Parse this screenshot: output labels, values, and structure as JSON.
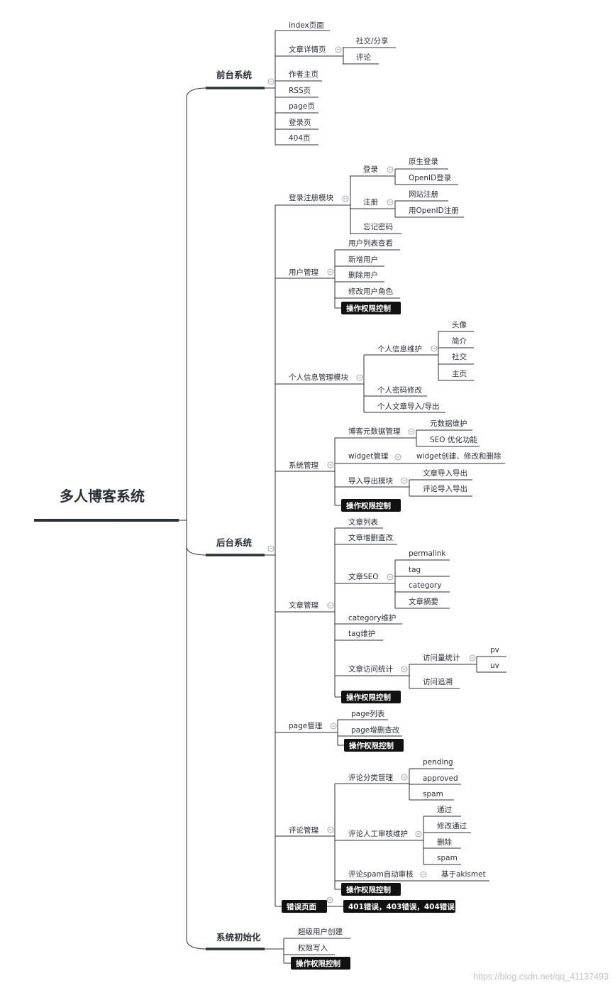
{
  "root": {
    "label": "多人博客系统"
  },
  "sections": [
    {
      "label": "前台系统",
      "children": [
        {
          "label": "index页面"
        },
        {
          "label": "文章详情页",
          "children": [
            {
              "label": "社交/分享"
            },
            {
              "label": "评论"
            }
          ]
        },
        {
          "label": "作者主页"
        },
        {
          "label": "RSS页"
        },
        {
          "label": "page页"
        },
        {
          "label": "登录页"
        },
        {
          "label": "404页"
        }
      ]
    },
    {
      "label": "后台系统",
      "children": [
        {
          "label": "登录注册模块",
          "children": [
            {
              "label": "登录",
              "children": [
                {
                  "label": "原生登录"
                },
                {
                  "label": "OpenID登录"
                }
              ]
            },
            {
              "label": "注册",
              "children": [
                {
                  "label": "网站注册"
                },
                {
                  "label": "用OpenID注册"
                }
              ]
            },
            {
              "label": "忘记密码"
            }
          ]
        },
        {
          "label": "用户管理",
          "children": [
            {
              "label": "用户列表查看"
            },
            {
              "label": "新增用户"
            },
            {
              "label": "删除用户"
            },
            {
              "label": "修改用户角色"
            },
            {
              "label": "操作权限控制",
              "boxed": true
            }
          ]
        },
        {
          "label": "个人信息管理模块",
          "children": [
            {
              "label": "个人信息维护",
              "children": [
                {
                  "label": "头像"
                },
                {
                  "label": "简介"
                },
                {
                  "label": "社交"
                },
                {
                  "label": "主页"
                }
              ]
            },
            {
              "label": "个人密码修改"
            },
            {
              "label": "个人文章导入/导出"
            }
          ]
        },
        {
          "label": "系统管理",
          "children": [
            {
              "label": "博客元数据管理",
              "children": [
                {
                  "label": "元数据维护"
                },
                {
                  "label": "SEO 优化功能"
                }
              ]
            },
            {
              "label": "widget管理",
              "children": [
                {
                  "label": "widget创建、修改和删除"
                }
              ]
            },
            {
              "label": "导入导出模块",
              "children": [
                {
                  "label": "文章导入导出"
                },
                {
                  "label": "评论导入导出"
                }
              ]
            },
            {
              "label": "操作权限控制",
              "boxed": true
            }
          ]
        },
        {
          "label": "文章管理",
          "children": [
            {
              "label": "文章列表"
            },
            {
              "label": "文章增删查改"
            },
            {
              "label": "文章SEO",
              "children": [
                {
                  "label": "permalink"
                },
                {
                  "label": "tag"
                },
                {
                  "label": "category"
                },
                {
                  "label": "文章摘要"
                }
              ]
            },
            {
              "label": "category维护"
            },
            {
              "label": "tag维护"
            },
            {
              "label": "文章访问统计",
              "children": [
                {
                  "label": "访问量统计",
                  "children": [
                    {
                      "label": "pv"
                    },
                    {
                      "label": "uv"
                    }
                  ]
                },
                {
                  "label": "访问追溯"
                }
              ]
            },
            {
              "label": "操作权限控制",
              "boxed": true
            }
          ]
        },
        {
          "label": "page管理",
          "children": [
            {
              "label": "page列表"
            },
            {
              "label": "page增删查改"
            },
            {
              "label": "操作权限控制",
              "boxed": true
            }
          ]
        },
        {
          "label": "评论管理",
          "children": [
            {
              "label": "评论分类管理",
              "children": [
                {
                  "label": "pending"
                },
                {
                  "label": "approved"
                },
                {
                  "label": "spam"
                }
              ]
            },
            {
              "label": "评论人工审核维护",
              "children": [
                {
                  "label": "通过"
                },
                {
                  "label": "修改通过"
                },
                {
                  "label": "删除"
                },
                {
                  "label": "spam"
                }
              ]
            },
            {
              "label": "评论spam自动审核",
              "children": [
                {
                  "label": "基于akismet"
                }
              ]
            },
            {
              "label": "操作权限控制",
              "boxed": true
            }
          ]
        },
        {
          "label": "错误页面",
          "boxed": true,
          "children": [
            {
              "label": "401错误，403错误，404错误",
              "boxed": true
            }
          ]
        }
      ]
    },
    {
      "label": "系统初始化",
      "children": [
        {
          "label": "超级用户创建"
        },
        {
          "label": "权限写入"
        },
        {
          "label": "操作权限控制",
          "boxed": true
        }
      ]
    }
  ],
  "watermark": "https://blog.csdn.net/qq_41137493"
}
